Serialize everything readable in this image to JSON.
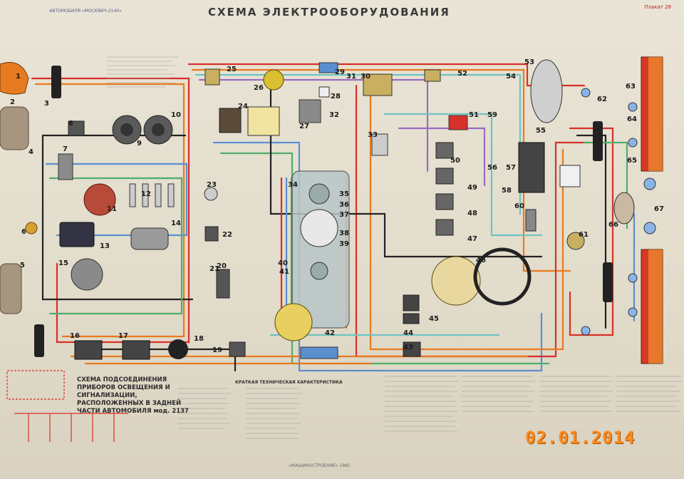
{
  "poster": {
    "title": "СХЕМА ЭЛЕКТРООБОРУДОВАНИЯ",
    "header_left": "АВТОМОБИЛЯ «МОСКВИЧ-2140»",
    "sheet_label": "Плакат 28",
    "subschema_title": "СХЕМА ПОДСОЕДИНЕНИЯ ПРИБОРОВ ОСВЕЩЕНИЯ И СИГНАЛИЗАЦИИ, РАСПОЛОЖЕННЫХ В ЗАДНЕЙ ЧАСТИ АВТОМОБИЛЯ мод. 2137",
    "spec_title": "КРАТКАЯ ТЕХНИЧЕСКАЯ ХАРАКТЕРИСТИКА",
    "footer": "«МАШИНОСТРОЕНИЕ» 1981",
    "date_stamp": "02.01.2014"
  },
  "labels": [
    {
      "id": "1",
      "text": "1"
    },
    {
      "id": "2",
      "text": "2"
    },
    {
      "id": "3a",
      "text": "3"
    },
    {
      "id": "4",
      "text": "4"
    },
    {
      "id": "5",
      "text": "5"
    },
    {
      "id": "6",
      "text": "6"
    },
    {
      "id": "7",
      "text": "7"
    },
    {
      "id": "8",
      "text": "8"
    },
    {
      "id": "9",
      "text": "9"
    },
    {
      "id": "10",
      "text": "10"
    },
    {
      "id": "11",
      "text": "11"
    },
    {
      "id": "12",
      "text": "12"
    },
    {
      "id": "13",
      "text": "13"
    },
    {
      "id": "14",
      "text": "14"
    },
    {
      "id": "15",
      "text": "15"
    },
    {
      "id": "16",
      "text": "16"
    },
    {
      "id": "17",
      "text": "17"
    },
    {
      "id": "18",
      "text": "18"
    },
    {
      "id": "19",
      "text": "19"
    },
    {
      "id": "20",
      "text": "20"
    },
    {
      "id": "21",
      "text": "21"
    },
    {
      "id": "22",
      "text": "22"
    },
    {
      "id": "23",
      "text": "23"
    },
    {
      "id": "24",
      "text": "24"
    },
    {
      "id": "25",
      "text": "25"
    },
    {
      "id": "26",
      "text": "26"
    },
    {
      "id": "27",
      "text": "27"
    },
    {
      "id": "28",
      "text": "28"
    },
    {
      "id": "29",
      "text": "29"
    },
    {
      "id": "30",
      "text": "30"
    },
    {
      "id": "31",
      "text": "31"
    },
    {
      "id": "32",
      "text": "32"
    },
    {
      "id": "33",
      "text": "33"
    },
    {
      "id": "34",
      "text": "34"
    },
    {
      "id": "35",
      "text": "35"
    },
    {
      "id": "36",
      "text": "36"
    },
    {
      "id": "37",
      "text": "37"
    },
    {
      "id": "38",
      "text": "38"
    },
    {
      "id": "39",
      "text": "39"
    },
    {
      "id": "40",
      "text": "40"
    },
    {
      "id": "41",
      "text": "41"
    },
    {
      "id": "42",
      "text": "42"
    },
    {
      "id": "43",
      "text": "43"
    },
    {
      "id": "44",
      "text": "44"
    },
    {
      "id": "45",
      "text": "45"
    },
    {
      "id": "46",
      "text": "46"
    },
    {
      "id": "47",
      "text": "47"
    },
    {
      "id": "48",
      "text": "48"
    },
    {
      "id": "49",
      "text": "49"
    },
    {
      "id": "50",
      "text": "50"
    },
    {
      "id": "51",
      "text": "51"
    },
    {
      "id": "52",
      "text": "52"
    },
    {
      "id": "53",
      "text": "53"
    },
    {
      "id": "54",
      "text": "54"
    },
    {
      "id": "55",
      "text": "55"
    },
    {
      "id": "56",
      "text": "56"
    },
    {
      "id": "57",
      "text": "57"
    },
    {
      "id": "58",
      "text": "58"
    },
    {
      "id": "59",
      "text": "59"
    },
    {
      "id": "60",
      "text": "60"
    },
    {
      "id": "61",
      "text": "61"
    },
    {
      "id": "62",
      "text": "62"
    },
    {
      "id": "63",
      "text": "63"
    },
    {
      "id": "64",
      "text": "64"
    },
    {
      "id": "65",
      "text": "65"
    },
    {
      "id": "66",
      "text": "66"
    },
    {
      "id": "67",
      "text": "67"
    }
  ],
  "colors": {
    "wire_red": "#d8302a",
    "wire_orange": "#e87a20",
    "wire_black": "#222222",
    "wire_blue": "#5a8fd0",
    "wire_green": "#4fae6a",
    "wire_teal": "#6fc3c0",
    "wire_violet": "#9a6ac0",
    "lamp_red": "#d63a24",
    "lamp_amber": "#f0a030"
  }
}
